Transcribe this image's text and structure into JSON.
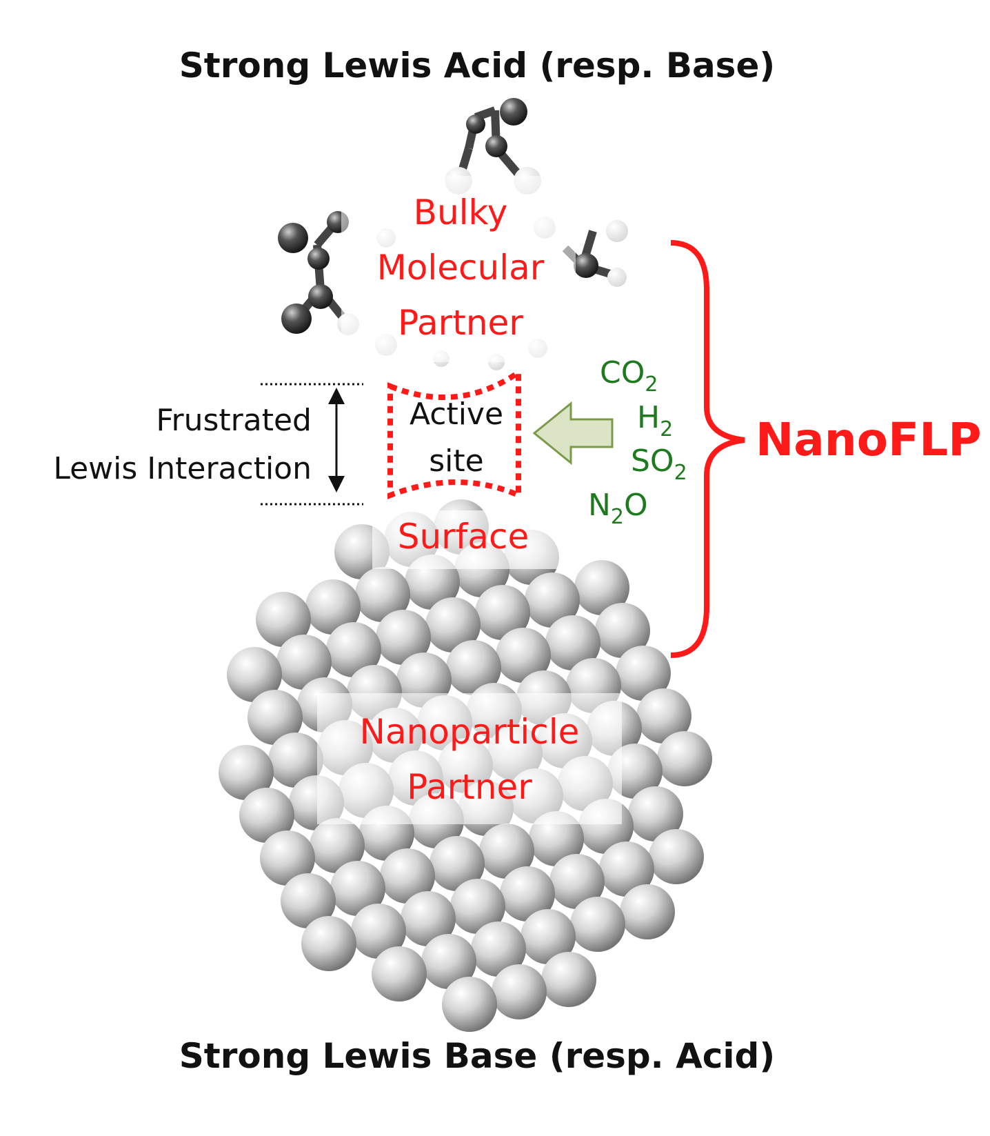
{
  "title_top": "Strong Lewis Acid (resp. Base)",
  "title_bottom": "Strong Lewis Base (resp. Acid)",
  "molecular_partner": [
    "Bulky",
    "Molecular",
    "Partner"
  ],
  "interaction_label": [
    "Frustrated",
    "Lewis Interaction"
  ],
  "active_site": [
    "Active",
    "site"
  ],
  "surface_label": "Surface",
  "nanoparticle_partner": [
    "Nanoparticle",
    "Partner"
  ],
  "gases": [
    {
      "main": "CO",
      "sub": "2",
      "tail": ""
    },
    {
      "main": "H",
      "sub": "2",
      "tail": ""
    },
    {
      "main": "SO",
      "sub": "2",
      "tail": ""
    },
    {
      "main": "N",
      "sub": "2",
      "tail": "O"
    }
  ],
  "nanoflp_label": "NanoFLP",
  "colors": {
    "accent_red": "#ff1a1a",
    "gas_green": "#1f7a1f",
    "arrow_fill": "#dbe5c6",
    "arrow_stroke": "#7a9a4a"
  }
}
